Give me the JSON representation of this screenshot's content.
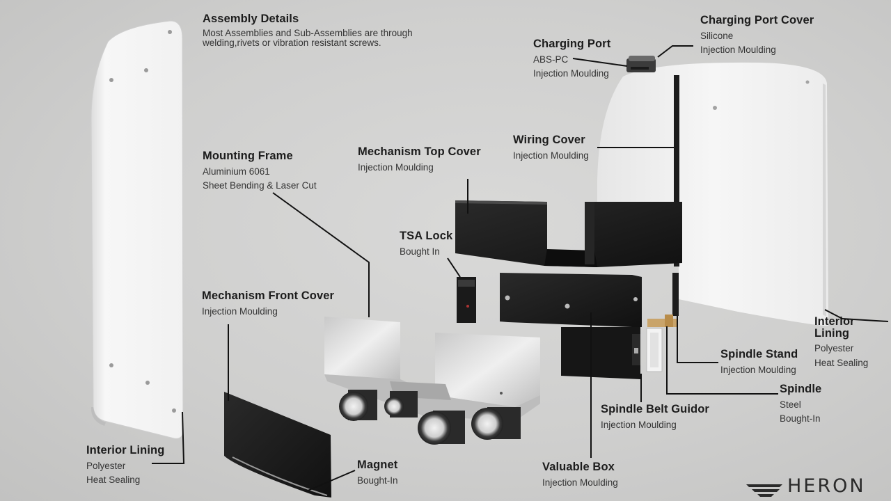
{
  "assembly": {
    "title": "Assembly Details",
    "description": "Most Assemblies and Sub-Assemblies are through welding,rivets or vibration resistant screws."
  },
  "callouts": {
    "charging_port_cover": {
      "title": "Charging Port Cover",
      "lines": [
        "Silicone",
        "Injection Moulding"
      ]
    },
    "charging_port": {
      "title": "Charging Port",
      "lines": [
        "ABS-PC",
        "Injection Moulding"
      ]
    },
    "wiring_cover": {
      "title": "Wiring Cover",
      "lines": [
        "Injection Moulding"
      ]
    },
    "mechanism_top_cover": {
      "title": "Mechanism Top Cover",
      "lines": [
        "Injection Moulding"
      ]
    },
    "mounting_frame": {
      "title": "Mounting Frame",
      "lines": [
        "Aluminium 6061",
        "Sheet Bending & Laser Cut"
      ]
    },
    "tsa_lock": {
      "title": "TSA Lock",
      "lines": [
        "Bought In"
      ]
    },
    "mechanism_front_cover": {
      "title": "Mechanism Front Cover",
      "lines": [
        "Injection Moulding"
      ]
    },
    "interior_lining_right": {
      "title": "Interior Lining",
      "lines": [
        "Polyester",
        "Heat Sealing"
      ]
    },
    "spindle_stand": {
      "title": "Spindle Stand",
      "lines": [
        "Injection Moulding"
      ]
    },
    "spindle": {
      "title": "Spindle",
      "lines": [
        "Steel",
        "Bought-In"
      ]
    },
    "spindle_belt_guidor": {
      "title": "Spindle Belt Guidor",
      "lines": [
        "Injection Moulding"
      ]
    },
    "valuable_box": {
      "title": "Valuable Box",
      "lines": [
        "Injection Moulding"
      ]
    },
    "magnet": {
      "title": "Magnet",
      "lines": [
        "Bought-In"
      ]
    },
    "interior_lining_left": {
      "title": "Interior Lining",
      "lines": [
        "Polyester",
        "Heat Sealing"
      ]
    }
  },
  "logo": {
    "text": "HERON"
  },
  "colors": {
    "background": "#d2d2d1",
    "part_dark": "#1b1b1b",
    "part_white": "#f4f4f4",
    "leader_line": "#111111"
  }
}
